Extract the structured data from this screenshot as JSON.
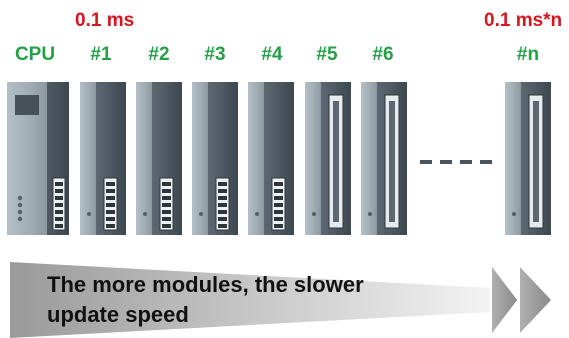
{
  "timing": {
    "first": "0.1 ms",
    "last": "0.1 ms*n"
  },
  "module_labels": [
    "CPU",
    "#1",
    "#2",
    "#3",
    "#4",
    "#5",
    "#6",
    "#n"
  ],
  "caption": {
    "line1": "The more modules, the slower",
    "line2": "update speed"
  },
  "colors": {
    "timing_text": "#d6161e",
    "label_text": "#24a046",
    "module_body": "#4a5560",
    "arrow_gray": "#9b9b9b"
  }
}
